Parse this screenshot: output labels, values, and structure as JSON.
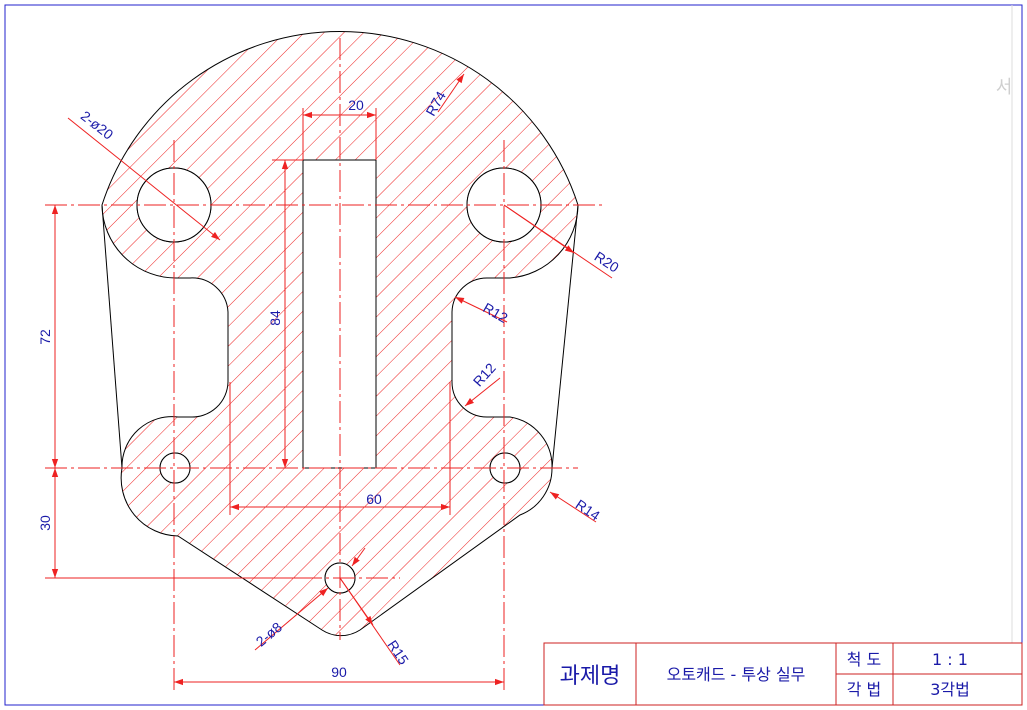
{
  "drawing": {
    "dimensions": {
      "slot_width": "20",
      "slot_height": "84",
      "arc_top": "R74",
      "holes_large": "2-ø20",
      "hole_right": "R20",
      "notch_upper": "R12",
      "notch_lower": "R12",
      "vertical_72": "72",
      "vertical_30": "30",
      "width_60": "60",
      "lower_right": "R14",
      "holes_small": "2-ø8",
      "bottom_arc": "R15",
      "width_90": "90"
    }
  },
  "title_block": {
    "title_label": "과제명",
    "title_value": "오토캐드 - 투상 실무",
    "scale_label": "척 도",
    "scale_value": "1 : 1",
    "projection_label": "각 법",
    "projection_value": "3각법"
  },
  "ghost_text": "서",
  "colors": {
    "frame": "#2222cc",
    "part_outline": "#000000",
    "hatch": "#ee2222",
    "centerline": "#ee2222",
    "dimension_line": "#ee2222",
    "dimension_text": "#1a1aa8"
  }
}
